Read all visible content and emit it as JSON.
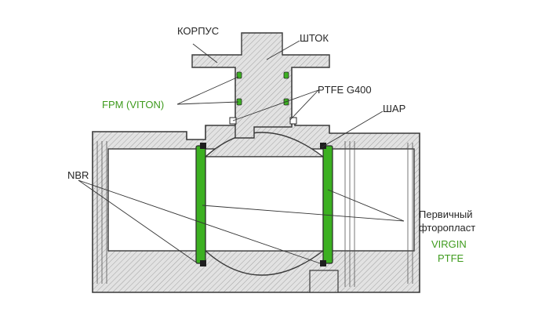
{
  "labels": {
    "body": "КОРПУС",
    "stem": "ШТОК",
    "stem_seal": "FPM (VITON)",
    "stem_packing": "PTFE G400",
    "ball": "ШАР",
    "orings": "NBR",
    "seat_line1": "Первичный",
    "seat_line2": "фторопласт",
    "seat_line3": "VIRGIN",
    "seat_line4": "PTFE"
  },
  "colors": {
    "outline": "#3a3a3a",
    "hatch_fill": "#e2e2e2",
    "seat_green": "#3cb021",
    "label_green": "#3f9b1e",
    "label_dark": "#262626"
  }
}
